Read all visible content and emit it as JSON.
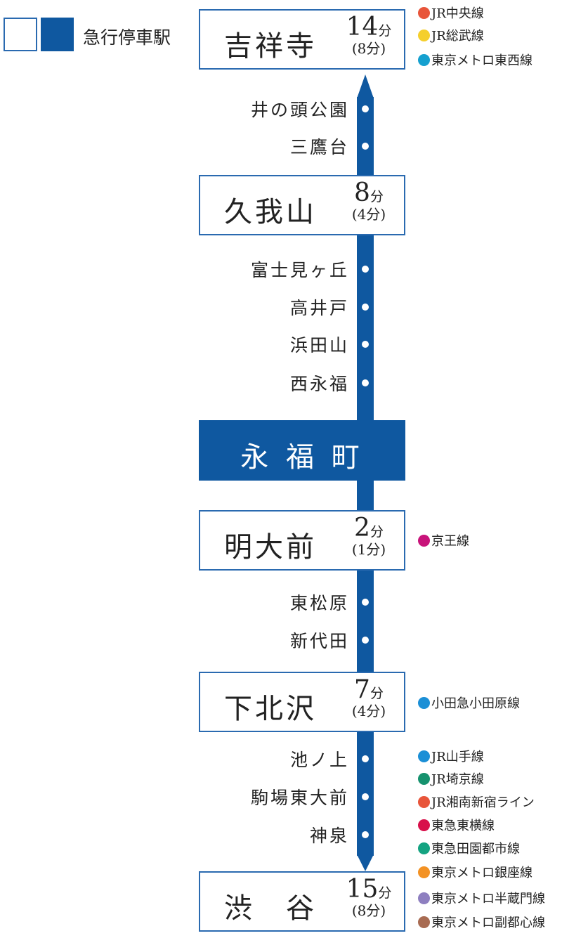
{
  "legend": {
    "label": "急行停車駅",
    "line_color": "#0f58a0"
  },
  "major": [
    {
      "name": "吉祥寺",
      "time": "14",
      "unit": "分",
      "express": "(8分)"
    },
    {
      "name": "久我山",
      "time": "8",
      "unit": "分",
      "express": "(4分)"
    },
    {
      "name": "永 福 町"
    },
    {
      "name": "明大前",
      "time": "2",
      "unit": "分",
      "express": "(1分)"
    },
    {
      "name": "下北沢",
      "time": "7",
      "unit": "分",
      "express": "(4分)"
    },
    {
      "name": "渋　谷",
      "time": "15",
      "unit": "分",
      "express": "(8分)"
    }
  ],
  "minor": [
    "井の頭公園",
    "三鷹台",
    "富士見ヶ丘",
    "高井戸",
    "浜田山",
    "西永福",
    "東松原",
    "新代田",
    "池ノ上",
    "駒場東大前",
    "神泉"
  ],
  "lines": [
    {
      "name": "JR中央線",
      "color": "#e8553a"
    },
    {
      "name": "JR総武線",
      "color": "#f5cf2c"
    },
    {
      "name": "東京メトロ東西線",
      "color": "#15a0cf"
    },
    {
      "name": "京王線",
      "color": "#c8137a"
    },
    {
      "name": "小田急小田原線",
      "color": "#1b8fd6"
    },
    {
      "name": "JR山手線",
      "color": "#1b8fd6"
    },
    {
      "name": "JR埼京線",
      "color": "#16926e"
    },
    {
      "name": "JR湘南新宿ライン",
      "color": "#e8553a"
    },
    {
      "name": "東急東横線",
      "color": "#d8104a"
    },
    {
      "name": "東急田園都市線",
      "color": "#14a381"
    },
    {
      "name": "東京メトロ銀座線",
      "color": "#f39224"
    },
    {
      "name": "東京メトロ半蔵門線",
      "color": "#8e7fc0"
    },
    {
      "name": "東京メトロ副都心線",
      "color": "#a86b52"
    }
  ]
}
